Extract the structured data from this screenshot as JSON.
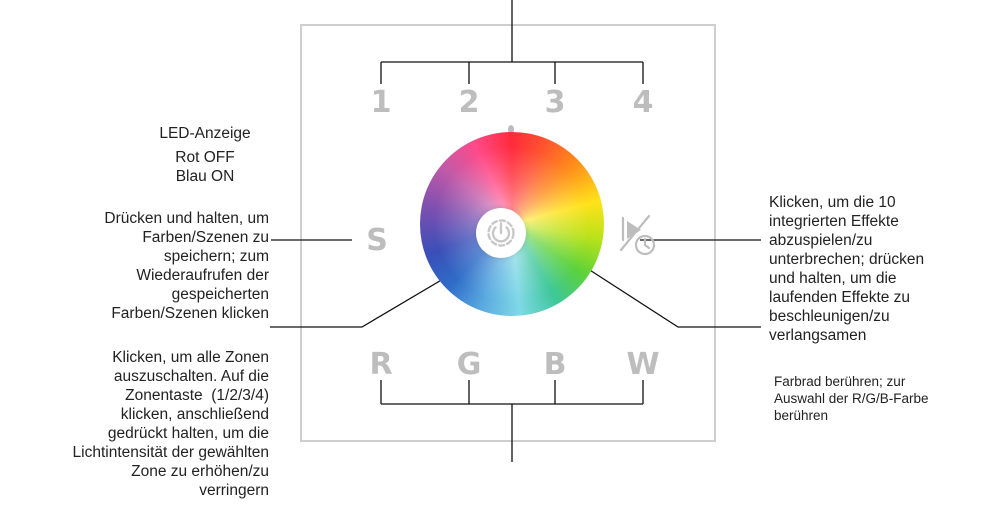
{
  "zone_keys": [
    "1",
    "2",
    "3",
    "4"
  ],
  "color_keys": [
    "R",
    "G",
    "B",
    "W"
  ],
  "scene_key": "S",
  "icons": {
    "power": "power-icon",
    "play_timer": "play-timer-icon"
  },
  "labels": {
    "led": [
      "LED-Anzeige",
      "Rot OFF",
      "Blau ON"
    ],
    "scene": [
      "Drücken und halten, um",
      "Farben/Szenen zu",
      "speichern; zum",
      "Wiederaufrufen der",
      "gespeicherten",
      "Farben/Szenen klicken"
    ],
    "power": [
      "Klicken, um alle Zonen",
      "auszuschalten. Auf die",
      "Zonentaste  (1/2/3/4)",
      "klicken, anschließend",
      "gedrückt halten, um die",
      "Lichtintensität der gewählten",
      "Zone zu erhöhen/zu",
      "verringern"
    ],
    "effects": [
      "Klicken, um die 10",
      "integrierten Effekte",
      "abzuspielen/zu",
      "unterbrechen; drücken",
      "und halten, um die",
      "laufenden Effekte zu",
      "beschleunigen/zu",
      "verlangsamen"
    ],
    "wheel": [
      "Farbrad berühren; zur",
      "Auswahl der R/G/B-Farbe",
      "berühren"
    ]
  }
}
